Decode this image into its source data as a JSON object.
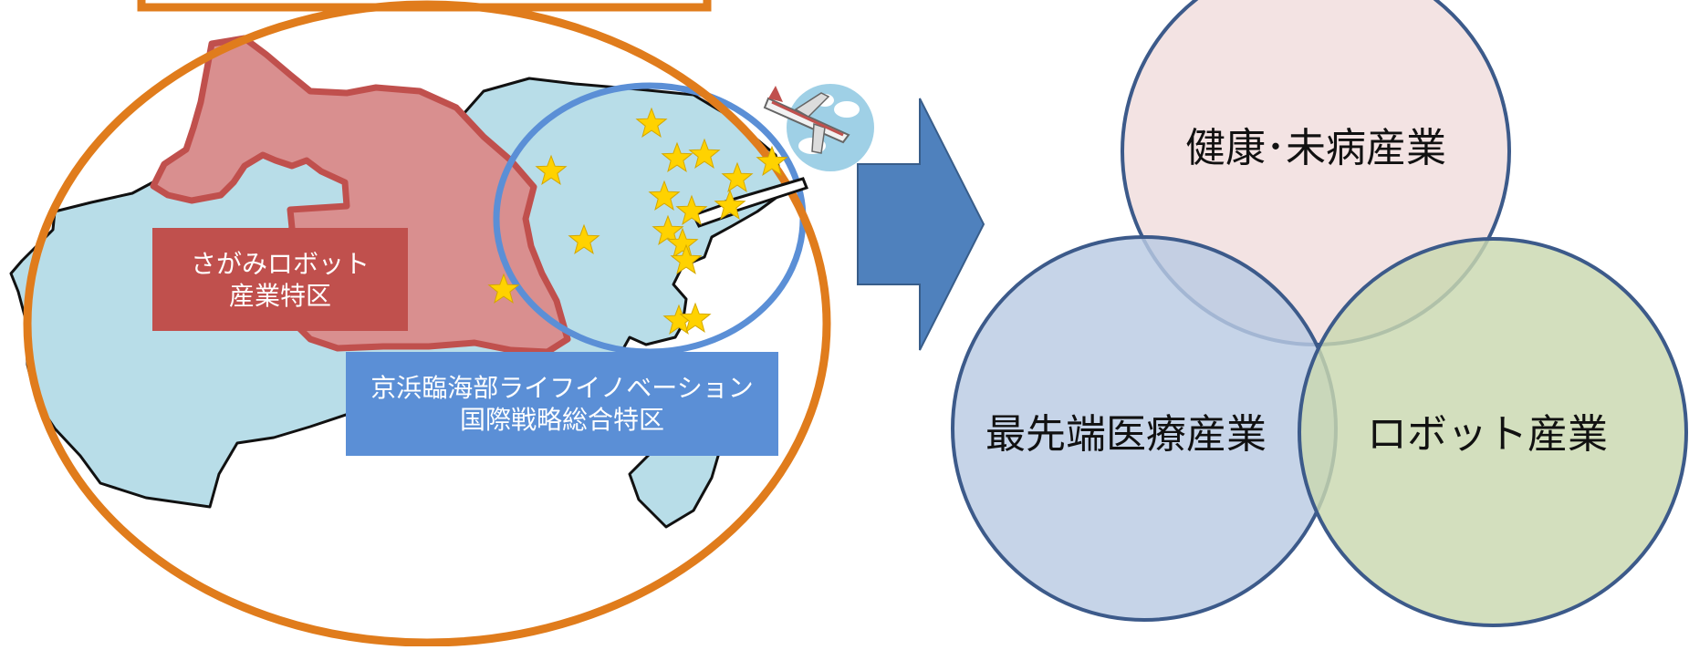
{
  "map": {
    "sagami_zone": {
      "line1": "さがみロボット",
      "line2": "産業特区"
    },
    "keihin_zone": {
      "line1": "京浜臨海部ライフイノベーション",
      "line2": "国際戦略総合特区"
    },
    "icons": [
      "star-icon",
      "airplane-icon",
      "arrow-right-icon"
    ]
  },
  "venn": {
    "top_label": "健康･未病産業",
    "left_label": "最先端医療産業",
    "right_label": "ロボット産業"
  },
  "colors": {
    "orange_ring": "#e07c1c",
    "map_land": "#b8dde8",
    "sagami_fill": "#d98f8f",
    "sagami_box": "#c0504d",
    "keihin_box": "#5b8fd6",
    "keihin_ring": "#5b8fd6",
    "arrow": "#4f81bd",
    "star": "#ffd200",
    "venn_top": "#f2e0e0",
    "venn_left": "#b9cbe3",
    "venn_right": "#c9d8b0",
    "venn_stroke": "#3c5a8a"
  }
}
